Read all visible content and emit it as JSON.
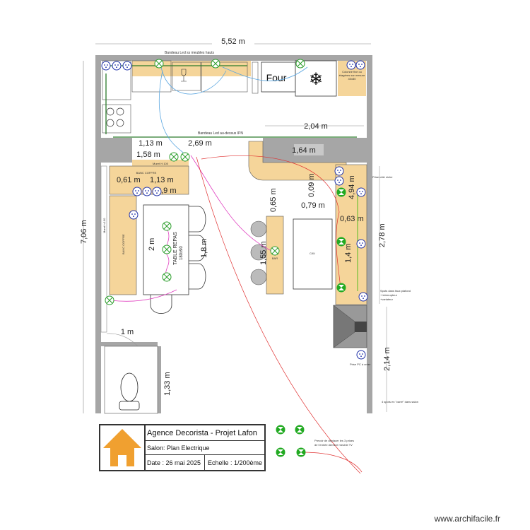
{
  "dimensions": {
    "total_width": "5,52 m",
    "total_height": "7,06 m",
    "d_2_04": "2,04 m",
    "d_2_69": "2,69 m",
    "d_1_13_top": "1,13 m",
    "d_1_58": "1,58 m",
    "d_1_64": "1,64 m",
    "d_0_61": "0,61 m",
    "d_1_13": "1,13 m",
    "d_0_9": "0,9 m",
    "d_2m": "2 m",
    "d_1_8": "1,8 m",
    "d_0_65": "0,65 m",
    "d_09": "0,09 m",
    "d_0_79": "0,79 m",
    "d_4_94": "4,94 m",
    "d_0_63": "0,63 m",
    "d_1_4": "1,4 m",
    "d_1_55": "1,55 m",
    "d_2_78": "2,78 m",
    "d_2_14": "2,14 m",
    "d_1m": "1 m",
    "d_1_33": "1,33 m"
  },
  "labels": {
    "led_upper": "Bandeau Led ss meubles hauts",
    "led_ipn": "Bandeau Led au-dessus IPN",
    "four": "Four",
    "niche_note": "Colonne fixe ou étagères sur mesure 40x80",
    "muret_100": "Muret H.100",
    "muret_h100_side": "Muret h.100",
    "banc_coffre_top": "BANC COFFRE",
    "banc_coffre_side": "BANC COFFRE",
    "table": "TABLE REPAS",
    "table_size": "180x90",
    "bar": "BAR",
    "cav": "CAV",
    "prise_niche": "Prise côté niche",
    "spots_note_1": "Spots dans faux plafond",
    "spots_note_2": "+ interrupteur",
    "spots_note_3": "+variateur",
    "prise_pc": "Prise PC à créer",
    "spots_salon": "4 spots en \"carré\" dans salon",
    "prevoir_1": "Prevoir de deplacer les 3 prises",
    "prevoir_2": "de l'entrée derrière meuble TV"
  },
  "title_block": {
    "agency": "Agence Decorista - Projet Lafon",
    "subtitle": "Salon: Plan Electrique",
    "date": "Date : 26 mai 2025",
    "scale": "Echelle : 1/200ème"
  },
  "watermark": "www.archifacile.fr",
  "colors": {
    "wall": "#a6a6a6",
    "furniture": "#f5d59a",
    "outlet": "#2233aa",
    "light": "#2a9d2a",
    "led": "#2a7a2a",
    "wire_blue": "#5aa6e0",
    "wire_pink": "#e040c0",
    "wire_red": "#e03030",
    "logo": "#f0a030"
  }
}
